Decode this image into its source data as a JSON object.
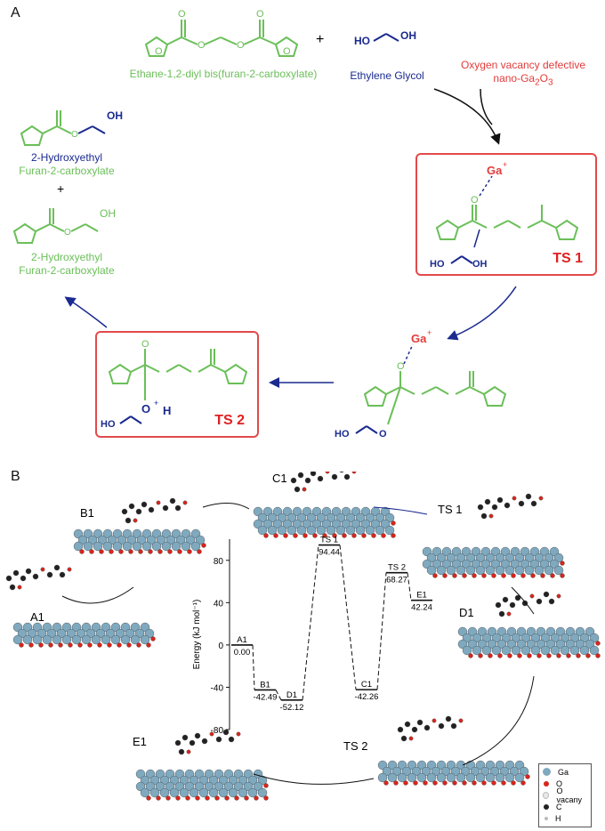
{
  "panelA": {
    "label": "A",
    "reactant1_name": "Ethane-1,2-diyl bis(furan-2-carboxylate)",
    "plus1": "+",
    "reactant2_name": "Ethylene Glycol",
    "reactant2_formula": "HO ∕ OH",
    "catalyst_line1": "Oxygen vacancy defective",
    "catalyst_line2": "nano-Ga",
    "catalyst_sub1": "2",
    "catalyst_o": "O",
    "catalyst_sub2": "3",
    "product1_line1": "2-Hydroxyethyl",
    "product1_line2": "Furan-2-carboxylate",
    "plus2": "+",
    "product2_line1": "2-Hydroxyethyl",
    "product2_line2": "Furan-2-carboxylate",
    "ts1_label": "TS 1",
    "ts2_label": "TS 2",
    "ga": "Ga",
    "ga_charge": "+",
    "ho": "HO",
    "oh": "OH",
    "o": "O",
    "h": "H",
    "plus_charge": "+"
  },
  "panelB": {
    "label": "B",
    "structures": {
      "A1": "A1",
      "B1": "B1",
      "C1": "C1",
      "D1": "D1",
      "E1": "E1",
      "TS1": "TS 1",
      "TS2": "TS 2"
    },
    "legend": [
      "Ga",
      "O",
      "O vacany",
      "C",
      "H"
    ]
  },
  "chart_data": {
    "type": "line",
    "ylabel": "Energy (kJ mol⁻¹)",
    "ylim": [
      -80,
      100
    ],
    "yticks": [
      -80,
      -40,
      0,
      40,
      80
    ],
    "points": [
      {
        "state": "A1",
        "value": 0.0,
        "label": "0.00"
      },
      {
        "state": "B1",
        "value": -42.49,
        "label": "-42.49"
      },
      {
        "state": "D1",
        "value": -52.12,
        "label": "-52.12"
      },
      {
        "state": "TS 1",
        "value": 94.44,
        "label": "94.44"
      },
      {
        "state": "C1",
        "value": -42.26,
        "label": "-42.26"
      },
      {
        "state": "TS 2",
        "value": 68.27,
        "label": "68.27"
      },
      {
        "state": "E1",
        "value": 42.24,
        "label": "42.24"
      }
    ]
  },
  "colors": {
    "green": "#6bbf59",
    "blue": "#1a2a8f",
    "red": "#e23b3b",
    "ga_atom": "#7fa9bf",
    "o_atom": "#d9251c",
    "c_atom": "#222222",
    "h_atom": "#dddddd"
  }
}
